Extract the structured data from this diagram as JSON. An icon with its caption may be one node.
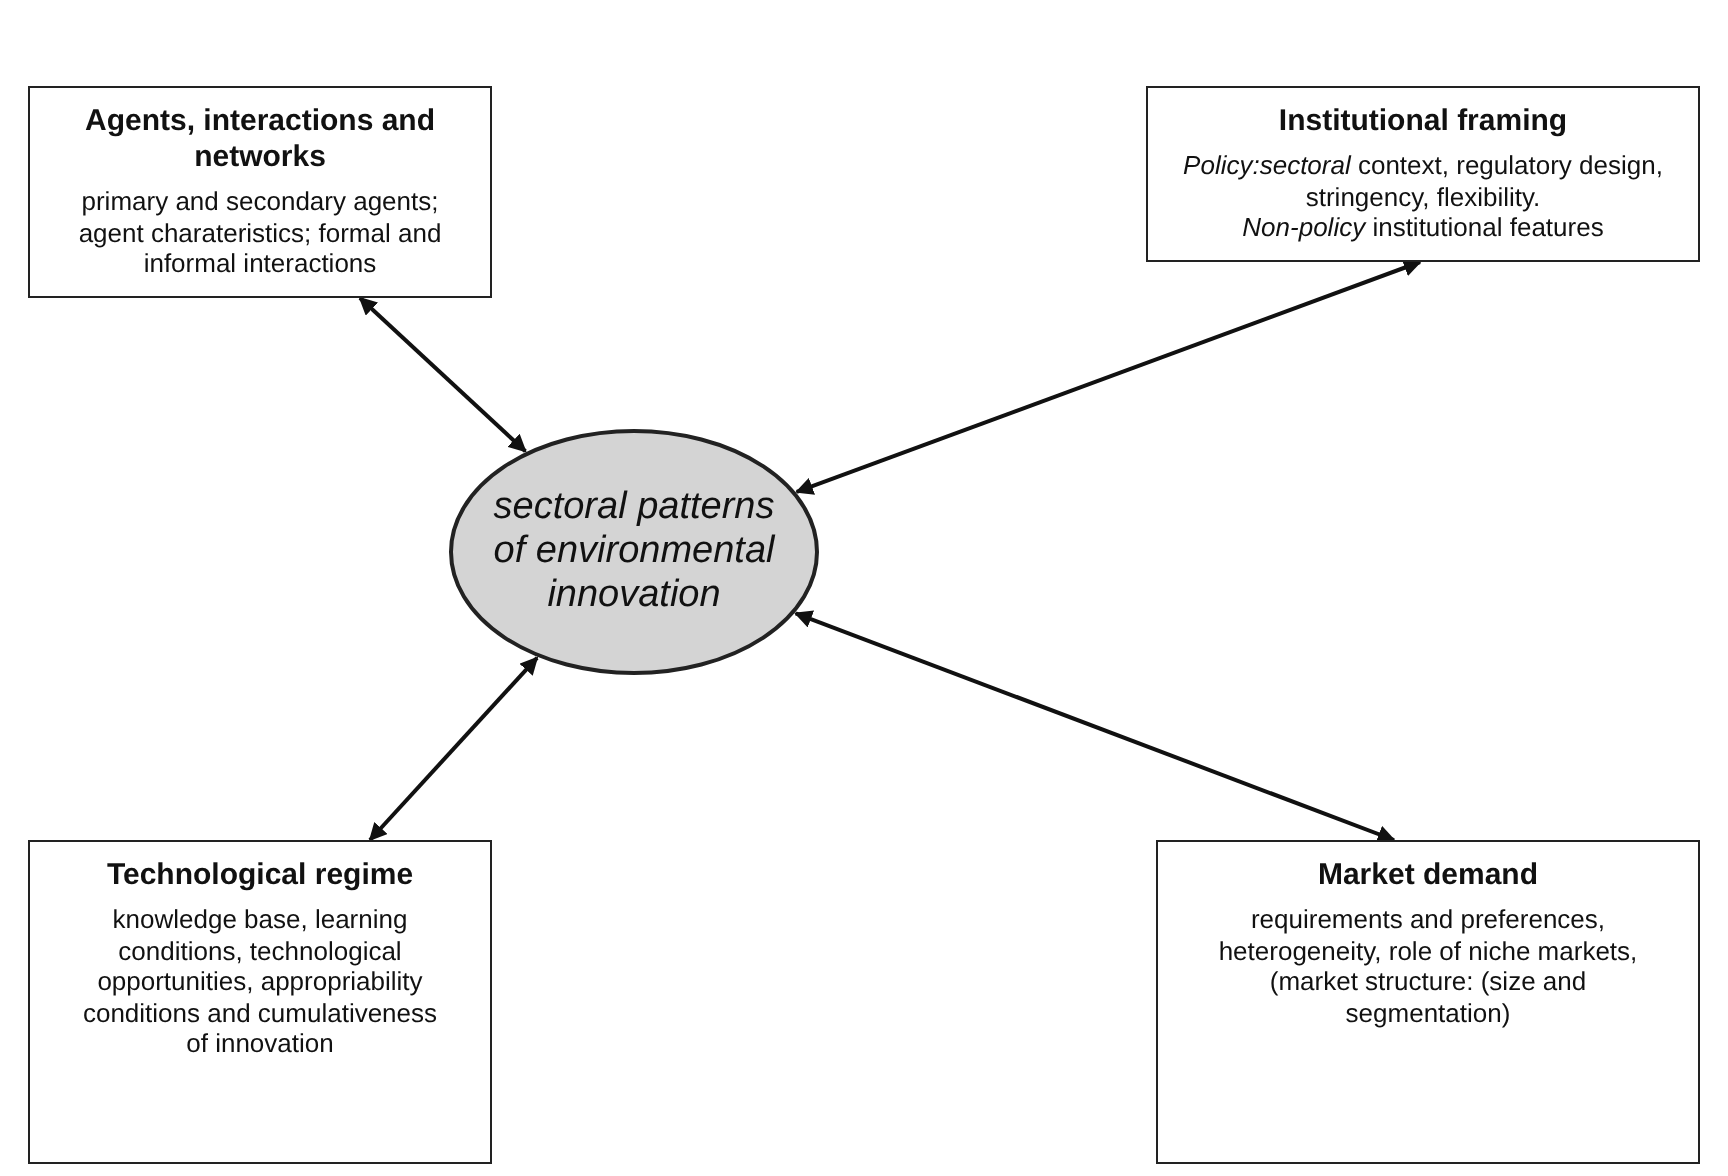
{
  "diagram": {
    "nodes": [
      {
        "text": [
          "Agents, interactions and networks",
          "primary and secondary agents; agent charateristics; formal and informal interactions"
        ]
      },
      {
        "text": [
          "Institutional framing",
          "*Policy:sectoral* context, regulatory design, stringency, flexibility.",
          "*Non-policy* institutional features"
        ]
      },
      {
        "text": [
          "sectoral patterns of environmental innovation"
        ]
      },
      {
        "text": [
          "Technological regime",
          "knowledge base, learning conditions, technological opportunities, appropriability conditions and cumulativeness of innovation"
        ]
      },
      {
        "text": [
          "Market demand",
          "requirements and preferences, heterogeneity, role of niche markets, (market structure: (size and segmentation)"
        ]
      }
    ],
    "edges": [
      {
        "from": 0,
        "to": 2,
        "arrow": "both"
      },
      {
        "from": 1,
        "to": 2,
        "arrow": "both"
      },
      {
        "from": 3,
        "to": 2,
        "arrow": "both"
      },
      {
        "from": 4,
        "to": 2,
        "arrow": "both"
      }
    ]
  }
}
